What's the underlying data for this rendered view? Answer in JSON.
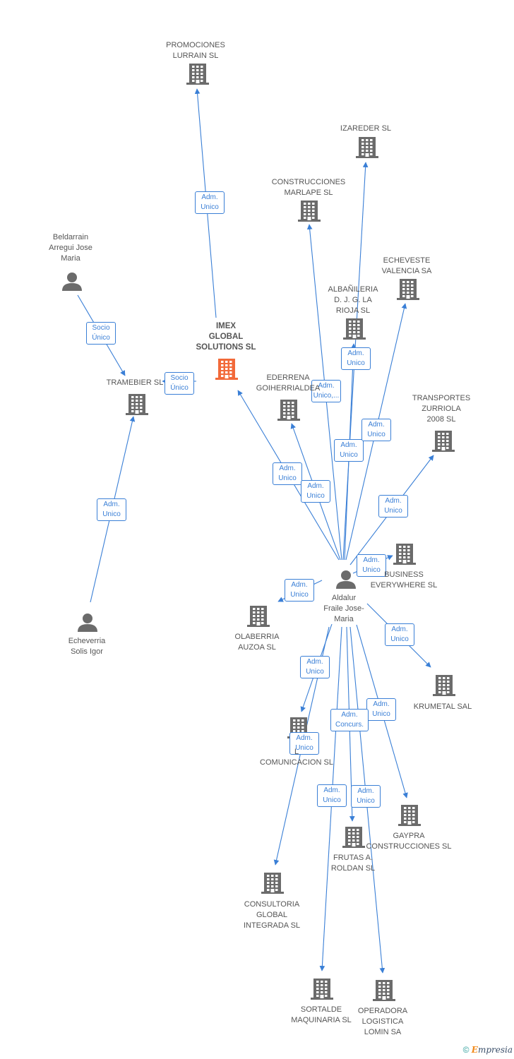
{
  "colors": {
    "edge": "#3a7fd6",
    "icon": "#6b6b6b",
    "main_icon": "#f26a3a",
    "label": "#555555"
  },
  "footer": {
    "copyright": "©",
    "brand": "mpresia",
    "brand_initial": "E"
  },
  "nodes": [
    {
      "id": "promociones",
      "type": "company",
      "label": "PROMOCIONES\nLURRAIN SL"
    },
    {
      "id": "izareder",
      "type": "company",
      "label": "IZAREDER SL"
    },
    {
      "id": "marlape",
      "type": "company",
      "label": "CONSTRUCCIONES\nMARLAPE SL"
    },
    {
      "id": "echeveste",
      "type": "company",
      "label": "ECHEVESTE\nVALENCIA SA"
    },
    {
      "id": "albanileria",
      "type": "company",
      "label": "ALBAÑILERIA\nD. J. G. LA\nRIOJA SL"
    },
    {
      "id": "imex",
      "type": "main",
      "label": "IMEX\nGLOBAL\nSOLUTIONS SL"
    },
    {
      "id": "beldarrain",
      "type": "person",
      "label": "Beldarrain\nArregui Jose\nMaria"
    },
    {
      "id": "tramebier",
      "type": "company",
      "label": "TRAMEBIER SL"
    },
    {
      "id": "ederrena",
      "type": "company",
      "label": "EDERRENA\nGOIHERRIALDEA"
    },
    {
      "id": "transportes",
      "type": "company",
      "label": "TRANSPORTES\nZURRIOLA\n2008 SL"
    },
    {
      "id": "business",
      "type": "company",
      "label": "BUSINESS\nEVERYWHERE SL"
    },
    {
      "id": "aldalur",
      "type": "person",
      "label": "Aldalur\nFraile Jose-\nMaria"
    },
    {
      "id": "olaberria",
      "type": "company",
      "label": "OLABERRIA\nAUZOA SL"
    },
    {
      "id": "echeverria",
      "type": "person",
      "label": "Echeverria\nSolis Igor"
    },
    {
      "id": "krumetal",
      "type": "company",
      "label": "KRUMETAL SAL"
    },
    {
      "id": "comunicacion",
      "type": "company",
      "label": "L\nCOMUNICACION SL"
    },
    {
      "id": "gaypra",
      "type": "company",
      "label": "GAYPRA\nCONSTRUCCIONES SL"
    },
    {
      "id": "frutas",
      "type": "company",
      "label": "FRUTAS A.\nROLDAN SL"
    },
    {
      "id": "consultoria",
      "type": "company",
      "label": "CONSULTORIA\nGLOBAL\nINTEGRADA SL"
    },
    {
      "id": "sortalde",
      "type": "company",
      "label": "SORTALDE\nMAQUINARIA SL"
    },
    {
      "id": "operadora",
      "type": "company",
      "label": "OPERADORA\nLOGISTICA\nLOMIN SA"
    }
  ],
  "edges": [
    {
      "from": "imex",
      "to": "promociones",
      "label": "Adm.\nUnico"
    },
    {
      "from": "beldarrain",
      "to": "tramebier",
      "label": "Socio\nÚnico"
    },
    {
      "from": "imex",
      "to": "tramebier",
      "label": "Socio\nÚnico"
    },
    {
      "from": "echeverria",
      "to": "tramebier",
      "label": "Adm.\nUnico"
    },
    {
      "from": "aldalur",
      "to": "imex",
      "label": "Adm.\nUnico"
    },
    {
      "from": "aldalur",
      "to": "ederrena",
      "label": "Adm.\nUnico"
    },
    {
      "from": "aldalur",
      "to": "marlape",
      "label": "Adm.\nUnico,..."
    },
    {
      "from": "aldalur",
      "to": "izareder",
      "label": "Adm.\nUnico"
    },
    {
      "from": "aldalur",
      "to": "albanileria",
      "label": "Adm.\nUnico"
    },
    {
      "from": "aldalur",
      "to": "echeveste",
      "label": "Adm.\nUnico"
    },
    {
      "from": "aldalur",
      "to": "transportes",
      "label": "Adm.\nUnico"
    },
    {
      "from": "aldalur",
      "to": "business",
      "label": "Adm.\nUnico"
    },
    {
      "from": "aldalur",
      "to": "olaberria",
      "label": "Adm.\nUnico"
    },
    {
      "from": "aldalur",
      "to": "krumetal",
      "label": "Adm.\nUnico"
    },
    {
      "from": "aldalur",
      "to": "comunicacion",
      "label": "Adm.\nUnico"
    },
    {
      "from": "aldalur",
      "to": "gaypra",
      "label": "Adm.\nUnico"
    },
    {
      "from": "aldalur",
      "to": "frutas",
      "label": "Adm.\nConcurs."
    },
    {
      "from": "aldalur",
      "to": "consultoria",
      "label": "Adm.\nUnico"
    },
    {
      "from": "aldalur",
      "to": "sortalde",
      "label": "Adm.\nUnico"
    },
    {
      "from": "aldalur",
      "to": "operadora",
      "label": "Adm.\nUnico"
    }
  ]
}
